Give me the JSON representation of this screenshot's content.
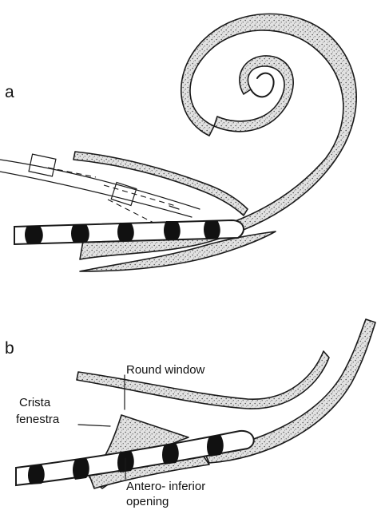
{
  "panels": [
    {
      "id": "a",
      "label": "a"
    },
    {
      "id": "b",
      "label": "b"
    }
  ],
  "annotations": {
    "round_window": "Round window",
    "crista_line1": "Crista",
    "crista_line2": "fenestra",
    "antero_line1": "Antero- inferior",
    "antero_line2": "opening"
  },
  "colors": {
    "ink": "#1a1a1a",
    "stipple_fill": "#d9d9d9",
    "background": "#ffffff"
  }
}
